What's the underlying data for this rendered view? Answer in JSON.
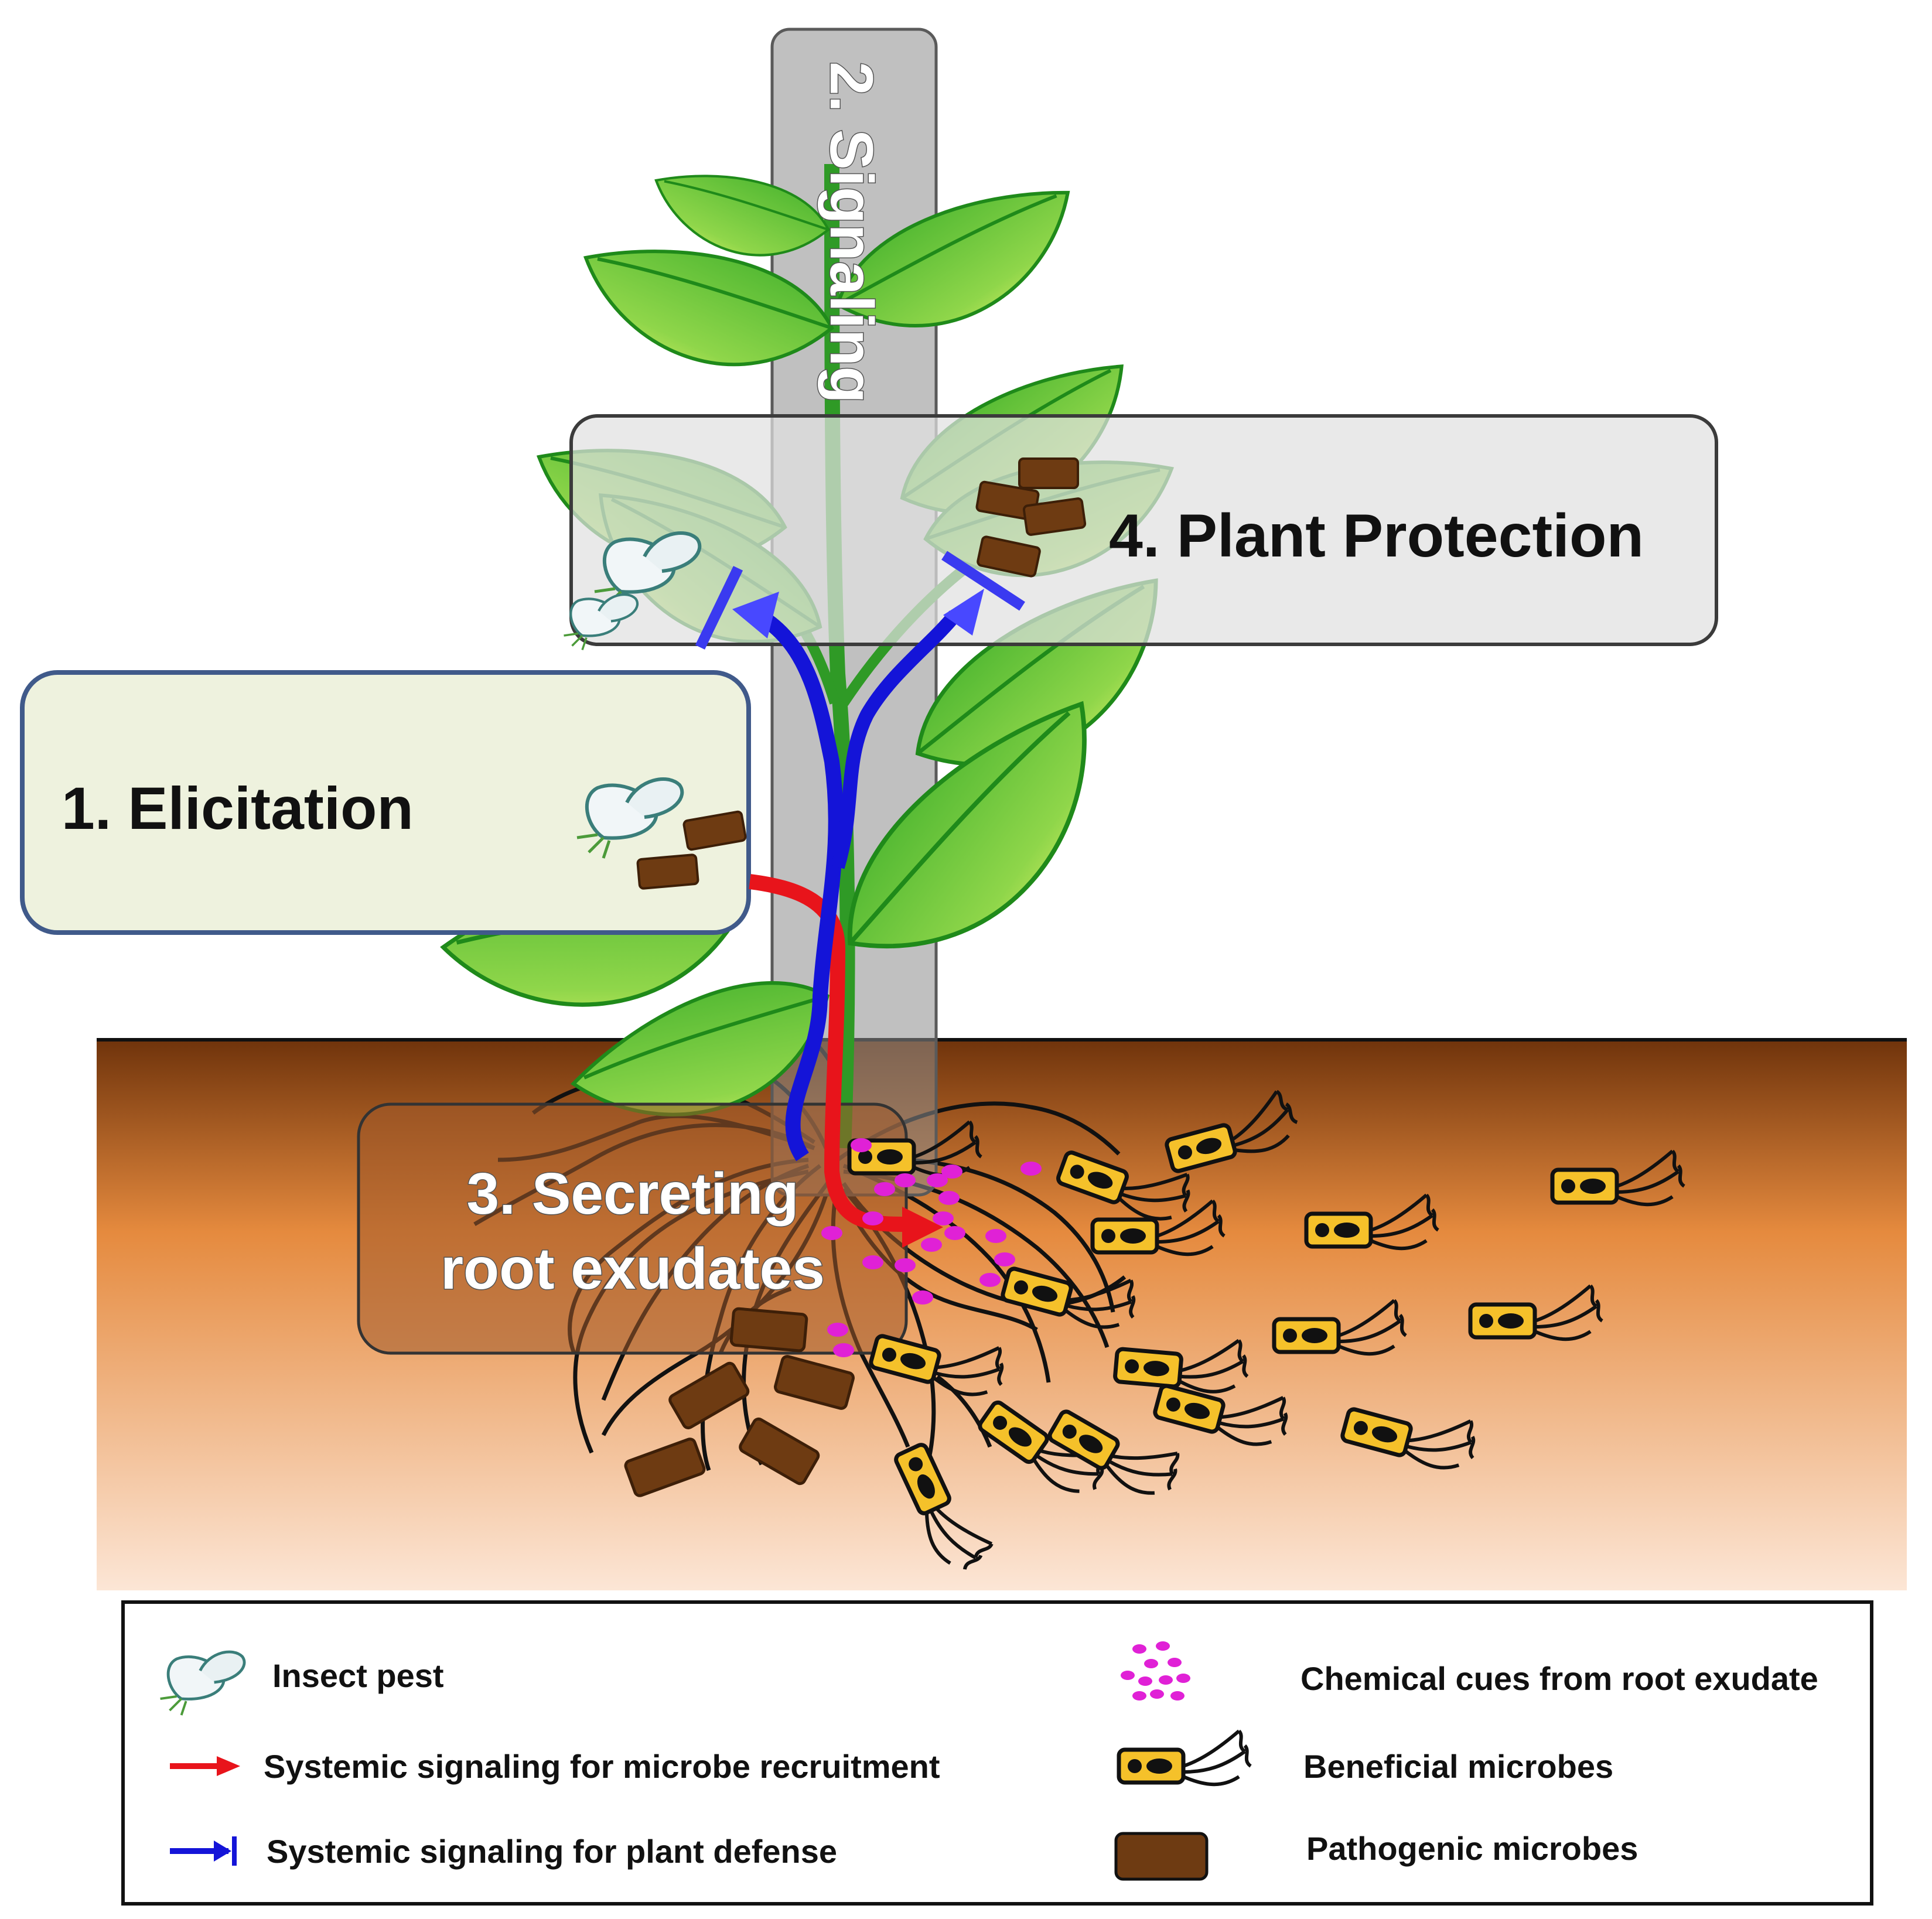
{
  "diagram": {
    "steps": {
      "elicitation": "1. Elicitation",
      "signaling": "2. Signaling",
      "secreting_line1": "3. Secreting",
      "secreting_line2": "root exudates",
      "protection": "4. Plant Protection"
    },
    "legend": {
      "insect_pest": "Insect pest",
      "microbe_recruitment": "Systemic signaling for microbe recruitment",
      "plant_defense": "Systemic signaling for plant defense",
      "chemical_cues": "Chemical cues from root exudate",
      "beneficial_microbes": "Beneficial microbes",
      "pathogenic_microbes": "Pathogenic microbes"
    },
    "colors": {
      "recruitment_arrow": "#e8141b",
      "defense_arrow": "#1414d8",
      "chemical_cue": "#e021d6",
      "beneficial_microbe": "#f5c12a",
      "pathogenic_microbe": "#6e3b12",
      "leaf": "#3fb52b",
      "soil_top": "#7a3a0c",
      "soil_bottom": "#fbe4d2"
    }
  }
}
